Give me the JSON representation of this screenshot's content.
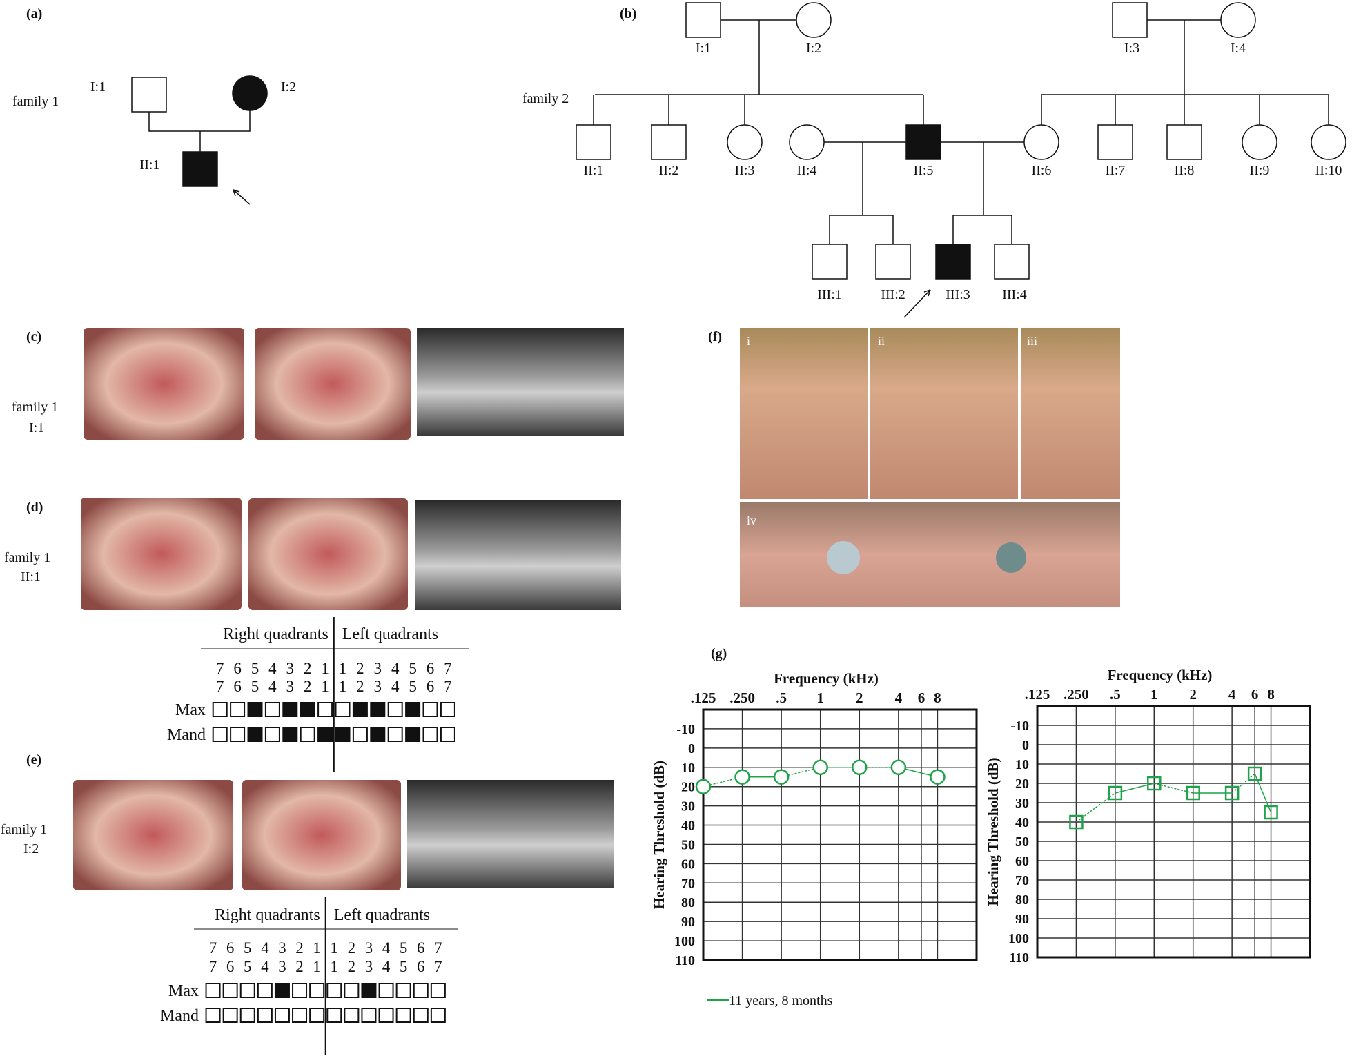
{
  "panels": {
    "a": "(a)",
    "b": "(b)",
    "c": "(c)",
    "d": "(d)",
    "e": "(e)",
    "f": "(f)",
    "g": "(g)"
  },
  "pedigree_a": {
    "family": "family 1",
    "individuals": [
      {
        "id": "I:1",
        "sex": "male",
        "affected": false
      },
      {
        "id": "I:2",
        "sex": "female",
        "affected": true
      },
      {
        "id": "II:1",
        "sex": "male",
        "affected": true,
        "proband": true
      }
    ]
  },
  "pedigree_b": {
    "family": "family 2",
    "individuals": [
      {
        "id": "I:1",
        "sex": "male",
        "affected": false
      },
      {
        "id": "I:2",
        "sex": "female",
        "affected": false
      },
      {
        "id": "I:3",
        "sex": "male",
        "affected": false
      },
      {
        "id": "I:4",
        "sex": "female",
        "affected": false
      },
      {
        "id": "II:1",
        "sex": "male",
        "affected": false
      },
      {
        "id": "II:2",
        "sex": "male",
        "affected": false
      },
      {
        "id": "II:3",
        "sex": "female",
        "affected": false
      },
      {
        "id": "II:4",
        "sex": "female",
        "affected": false
      },
      {
        "id": "II:5",
        "sex": "male",
        "affected": true
      },
      {
        "id": "II:6",
        "sex": "female",
        "affected": false
      },
      {
        "id": "II:7",
        "sex": "male",
        "affected": false
      },
      {
        "id": "II:8",
        "sex": "male",
        "affected": false
      },
      {
        "id": "II:9",
        "sex": "female",
        "affected": false
      },
      {
        "id": "II:10",
        "sex": "female",
        "affected": false
      },
      {
        "id": "III:1",
        "sex": "male",
        "affected": false
      },
      {
        "id": "III:2",
        "sex": "male",
        "affected": false
      },
      {
        "id": "III:3",
        "sex": "male",
        "affected": true,
        "proband": true
      },
      {
        "id": "III:4",
        "sex": "male",
        "affected": false
      }
    ]
  },
  "rows": {
    "c": {
      "family": "family 1",
      "id": "I:1"
    },
    "d": {
      "family": "family 1",
      "id": "II:1"
    },
    "e": {
      "family": "family 1",
      "id": "I:2"
    }
  },
  "face_photos": {
    "i": "i",
    "ii": "ii",
    "iii": "iii",
    "iv": "iv"
  },
  "tooth_charts": {
    "d": {
      "right_header": "Right quadrants",
      "left_header": "Left quadrants",
      "numbers": [
        "7",
        "6",
        "5",
        "4",
        "3",
        "2",
        "1",
        "1",
        "2",
        "3",
        "4",
        "5",
        "6",
        "7"
      ],
      "max_label": "Max",
      "mand_label": "Mand",
      "max": [
        0,
        0,
        1,
        0,
        1,
        1,
        0,
        0,
        1,
        1,
        0,
        1,
        0,
        0
      ],
      "mand": [
        0,
        0,
        1,
        0,
        1,
        0,
        1,
        1,
        0,
        1,
        0,
        1,
        0,
        0
      ]
    },
    "e": {
      "right_header": "Right quadrants",
      "left_header": "Left quadrants",
      "numbers": [
        "7",
        "6",
        "5",
        "4",
        "3",
        "2",
        "1",
        "1",
        "2",
        "3",
        "4",
        "5",
        "6",
        "7"
      ],
      "max_label": "Max",
      "mand_label": "Mand",
      "max": [
        0,
        0,
        0,
        0,
        1,
        0,
        0,
        0,
        0,
        1,
        0,
        0,
        0,
        0
      ],
      "mand": [
        0,
        0,
        0,
        0,
        0,
        0,
        0,
        0,
        0,
        0,
        0,
        0,
        0,
        0
      ]
    }
  },
  "chart_data": [
    {
      "type": "line",
      "title": "Frequency (kHz)",
      "xlabel": "Frequency (kHz)",
      "ylabel": "Hearing Threshold (dB)",
      "x_ticks": [
        ".125",
        ".250",
        ".5",
        "1",
        "2",
        "4",
        "6",
        "8"
      ],
      "x_values": [
        0.125,
        0.25,
        0.5,
        1,
        2,
        4,
        6,
        8
      ],
      "y_ticks": [
        "-10",
        "0",
        "10",
        "20",
        "30",
        "40",
        "50",
        "60",
        "70",
        "80",
        "90",
        "100",
        "110"
      ],
      "ylim": [
        -20,
        110
      ],
      "grid": true,
      "marker": "circle",
      "series": [
        {
          "name": "11 years, 8 months",
          "x": [
            0.125,
            0.25,
            0.5,
            1,
            2,
            4,
            8
          ],
          "y": [
            20,
            15,
            15,
            10,
            10,
            10,
            15
          ]
        }
      ]
    },
    {
      "type": "line",
      "title": "Frequency (kHz)",
      "xlabel": "Frequency (kHz)",
      "ylabel": "Hearing Threshold (dB)",
      "x_ticks": [
        ".125",
        ".250",
        ".5",
        "1",
        "2",
        "4",
        "6",
        "8"
      ],
      "x_values": [
        0.125,
        0.25,
        0.5,
        1,
        2,
        4,
        6,
        8
      ],
      "y_ticks": [
        "-10",
        "0",
        "10",
        "20",
        "30",
        "40",
        "50",
        "60",
        "70",
        "80",
        "90",
        "100",
        "110"
      ],
      "ylim": [
        -20,
        110
      ],
      "grid": true,
      "marker": "square",
      "series": [
        {
          "name": "11 years, 8 months",
          "x": [
            0.25,
            0.5,
            1,
            2,
            4,
            6,
            8
          ],
          "y": [
            40,
            25,
            20,
            25,
            25,
            15,
            35
          ]
        }
      ]
    }
  ],
  "legend": {
    "label": "11 years, 8 months"
  },
  "colors": {
    "series": "#1fa34a",
    "ink": "#111111"
  }
}
